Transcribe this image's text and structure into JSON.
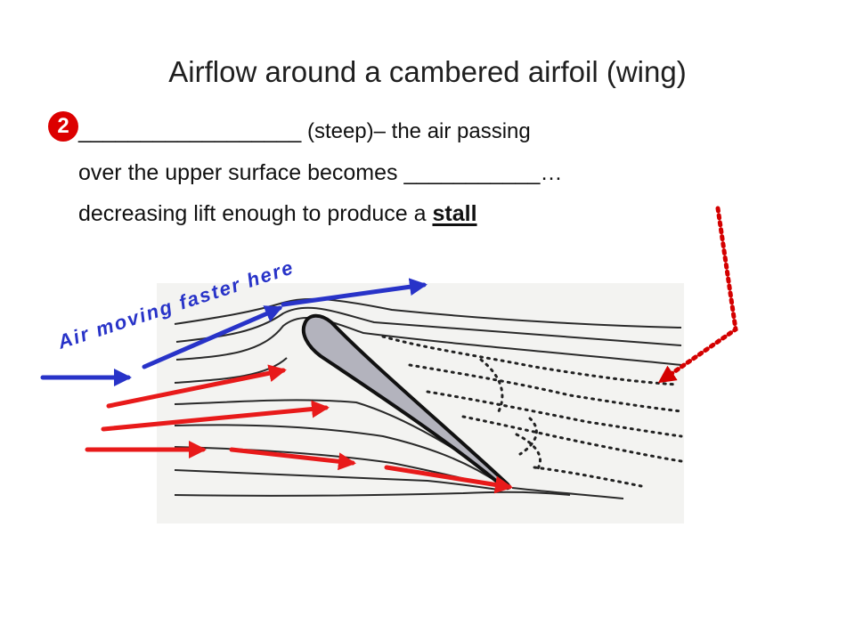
{
  "slide": {
    "title": "Airflow around a cambered airfoil (wing)",
    "bullet_number": "2",
    "line1_blank": "__________________",
    "line1_rest": " (steep)– the air passing",
    "line2_start": "over the upper surface becomes ",
    "line2_blank": "___________",
    "line2_end": "…",
    "line3_start": "decreasing lift enough to produce a ",
    "line3_bold": "stall"
  },
  "diagram": {
    "label": "Air moving faster here"
  },
  "colors": {
    "bullet": "#dc0000",
    "blue_arrow": "#2833c8",
    "red_arrow": "#e81a1a",
    "dotted_arrow": "#d40000",
    "label": "#2833c8"
  }
}
